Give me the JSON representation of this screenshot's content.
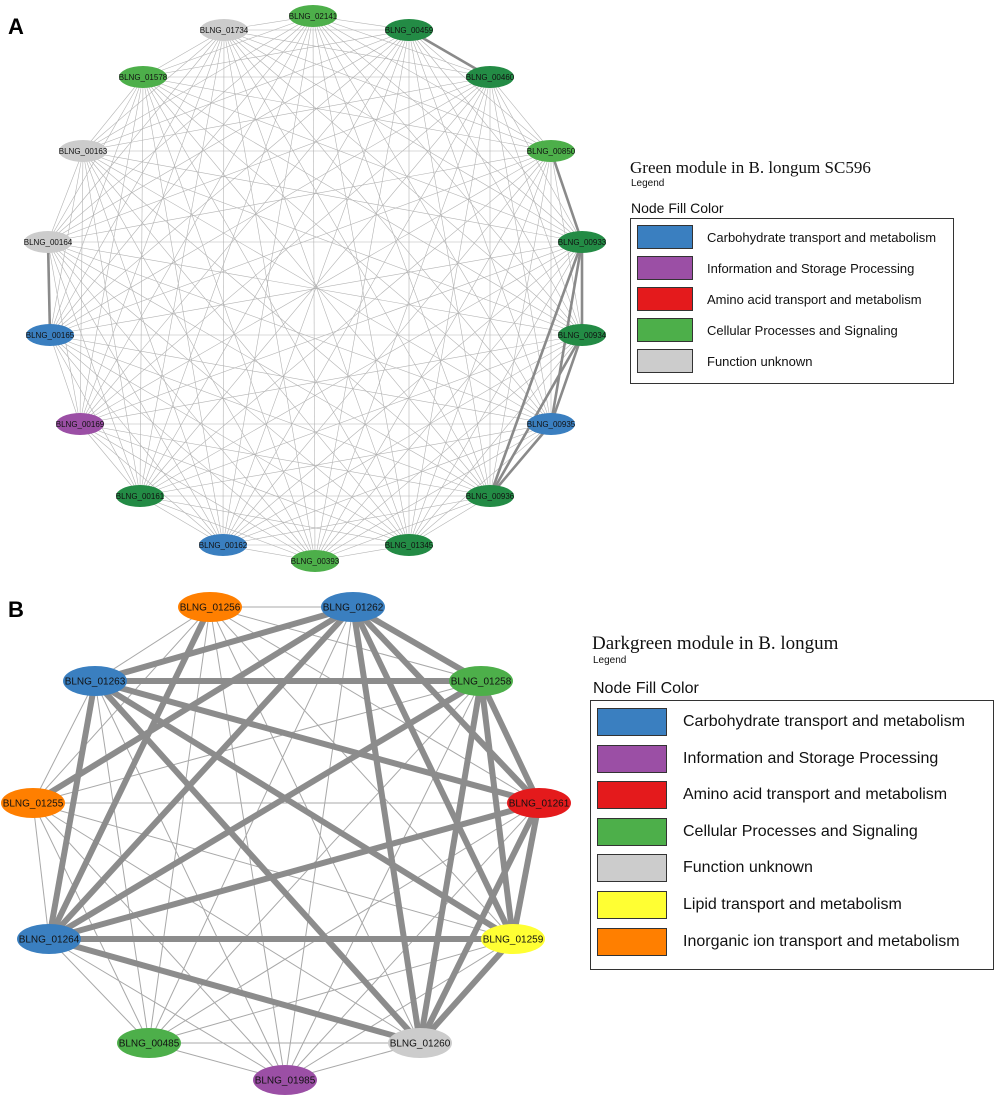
{
  "panels": [
    {
      "id": "A",
      "letter": "A",
      "title": "Green module in B. longum SC596",
      "legend_word": "Legend",
      "legend_heading": "Node Fill Color",
      "legend": [
        {
          "label": "Carbohydrate transport and metabolism",
          "color": "#3a7fc0"
        },
        {
          "label": "Information and Storage Processing",
          "color": "#9b4fa5"
        },
        {
          "label": "Amino acid transport and metabolism",
          "color": "#e41a1c"
        },
        {
          "label": "Cellular Processes and Signaling",
          "color": "#4daf4a"
        },
        {
          "label": "Function unknown",
          "color": "#cccccc"
        }
      ],
      "nodes": [
        {
          "label": "BLNG_02141",
          "color": "#4daf4a"
        },
        {
          "label": "BLNG_00459",
          "color": "#238b45"
        },
        {
          "label": "BLNG_00460",
          "color": "#238b45"
        },
        {
          "label": "BLNG_00850",
          "color": "#4daf4a"
        },
        {
          "label": "BLNG_00933",
          "color": "#238b45"
        },
        {
          "label": "BLNG_00934",
          "color": "#238b45"
        },
        {
          "label": "BLNG_00935",
          "color": "#3a7fc0"
        },
        {
          "label": "BLNG_00936",
          "color": "#238b45"
        },
        {
          "label": "BLNG_01345",
          "color": "#238b45"
        },
        {
          "label": "BLNG_00393",
          "color": "#4daf4a"
        },
        {
          "label": "BLNG_00162",
          "color": "#3a7fc0"
        },
        {
          "label": "BLNG_00161",
          "color": "#238b45"
        },
        {
          "label": "BLNG_00169",
          "color": "#9b4fa5"
        },
        {
          "label": "BLNG_00165",
          "color": "#3a7fc0"
        },
        {
          "label": "BLNG_00164",
          "color": "#cccccc"
        },
        {
          "label": "BLNG_00163",
          "color": "#cccccc"
        },
        {
          "label": "BLNG_01578",
          "color": "#4daf4a"
        },
        {
          "label": "BLNG_01734",
          "color": "#cccccc"
        }
      ],
      "thick_edges": [
        [
          "BLNG_00933",
          "BLNG_00934"
        ],
        [
          "BLNG_00933",
          "BLNG_00935"
        ],
        [
          "BLNG_00933",
          "BLNG_00936"
        ],
        [
          "BLNG_00934",
          "BLNG_00935"
        ],
        [
          "BLNG_00934",
          "BLNG_00936"
        ],
        [
          "BLNG_00935",
          "BLNG_00936"
        ],
        [
          "BLNG_00850",
          "BLNG_00933"
        ],
        [
          "BLNG_00164",
          "BLNG_00165"
        ],
        [
          "BLNG_00459",
          "BLNG_00460"
        ]
      ]
    },
    {
      "id": "B",
      "letter": "B",
      "title": "Darkgreen module in B. longum",
      "legend_word": "Legend",
      "legend_heading": "Node Fill Color",
      "legend": [
        {
          "label": "Carbohydrate transport and metabolism",
          "color": "#3a7fc0"
        },
        {
          "label": "Information and Storage Processing",
          "color": "#9b4fa5"
        },
        {
          "label": "Amino acid transport and metabolism",
          "color": "#e41a1c"
        },
        {
          "label": "Cellular Processes and Signaling",
          "color": "#4daf4a"
        },
        {
          "label": "Function unknown",
          "color": "#cccccc"
        },
        {
          "label": "Lipid transport and metabolism",
          "color": "#ffff33"
        },
        {
          "label": "Inorganic ion transport and metabolism",
          "color": "#ff7f00"
        }
      ],
      "nodes": [
        {
          "label": "BLNG_01262",
          "color": "#3a7fc0"
        },
        {
          "label": "BLNG_01258",
          "color": "#4daf4a"
        },
        {
          "label": "BLNG_01261",
          "color": "#e41a1c"
        },
        {
          "label": "BLNG_01259",
          "color": "#ffff33"
        },
        {
          "label": "BLNG_01260",
          "color": "#cccccc"
        },
        {
          "label": "BLNG_01985",
          "color": "#9b4fa5"
        },
        {
          "label": "BLNG_00485",
          "color": "#4daf4a"
        },
        {
          "label": "BLNG_01264",
          "color": "#3a7fc0"
        },
        {
          "label": "BLNG_01255",
          "color": "#ff7f00"
        },
        {
          "label": "BLNG_01263",
          "color": "#3a7fc0"
        },
        {
          "label": "BLNG_01256",
          "color": "#ff7f00"
        }
      ],
      "thick_edges": [
        [
          "BLNG_01263",
          "BLNG_01262"
        ],
        [
          "BLNG_01263",
          "BLNG_01258"
        ],
        [
          "BLNG_01263",
          "BLNG_01261"
        ],
        [
          "BLNG_01263",
          "BLNG_01259"
        ],
        [
          "BLNG_01263",
          "BLNG_01260"
        ],
        [
          "BLNG_01263",
          "BLNG_01264"
        ],
        [
          "BLNG_01262",
          "BLNG_01258"
        ],
        [
          "BLNG_01262",
          "BLNG_01261"
        ],
        [
          "BLNG_01262",
          "BLNG_01259"
        ],
        [
          "BLNG_01262",
          "BLNG_01260"
        ],
        [
          "BLNG_01262",
          "BLNG_01264"
        ],
        [
          "BLNG_01262",
          "BLNG_01255"
        ],
        [
          "BLNG_01256",
          "BLNG_01264"
        ],
        [
          "BLNG_01258",
          "BLNG_01261"
        ],
        [
          "BLNG_01258",
          "BLNG_01259"
        ],
        [
          "BLNG_01258",
          "BLNG_01260"
        ],
        [
          "BLNG_01258",
          "BLNG_01264"
        ],
        [
          "BLNG_01261",
          "BLNG_01259"
        ],
        [
          "BLNG_01261",
          "BLNG_01260"
        ],
        [
          "BLNG_01261",
          "BLNG_01264"
        ],
        [
          "BLNG_01259",
          "BLNG_01260"
        ],
        [
          "BLNG_01259",
          "BLNG_01264"
        ],
        [
          "BLNG_01260",
          "BLNG_01264"
        ]
      ]
    }
  ]
}
